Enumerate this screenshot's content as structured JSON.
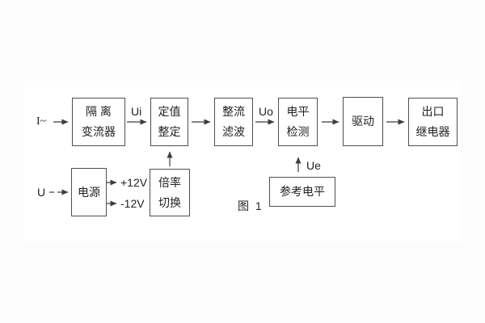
{
  "figure": {
    "caption": "图 1",
    "colors": {
      "line": "#3d3d3d",
      "text": "#222222",
      "background": "#fcfcfc",
      "panel": "#ffffff"
    }
  },
  "labels": {
    "input_current": "I~",
    "input_voltage": "U",
    "ui": "Ui",
    "uo": "Uo",
    "ue": "Ue",
    "plus_12v": "+12V",
    "minus_12v": "-12V"
  },
  "blocks": {
    "isolation_transformer": {
      "line1": "隔 离",
      "line2": "变流器"
    },
    "setting": {
      "line1": "定值",
      "line2": "整定"
    },
    "rectifier_filter": {
      "line1": "整流",
      "line2": "滤波"
    },
    "level_detector": {
      "line1": "电平",
      "line2": "检测"
    },
    "drive": {
      "label": "驱动"
    },
    "output_relay": {
      "line1": "出口",
      "line2": "继电器"
    },
    "power_supply": {
      "label": "电源"
    },
    "ratio_switch": {
      "line1": "倍率",
      "line2": "切换"
    },
    "reference_level": {
      "label": "参考电平"
    }
  }
}
